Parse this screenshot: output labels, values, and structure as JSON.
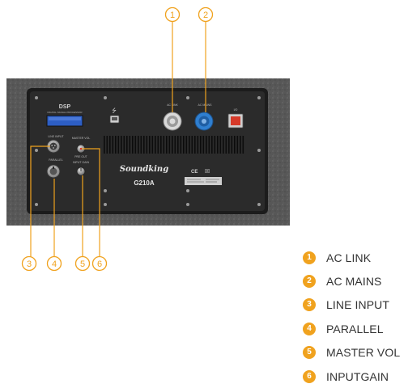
{
  "panel": {
    "dsp_title": "DSP",
    "dsp_subtitle": "DIGITAL SIGNAL PROCESSOR",
    "usb_symbol": "⭍",
    "ac_link_label": "AC LINK",
    "ac_mains_label": "AC MAINS",
    "switch_label": "I/O",
    "line_input_label": "LINE INPUT",
    "parallel_label": "PARALLEL",
    "master_vol_label": "MASTER VOL",
    "pre_out_label": "PRE OUT",
    "input_gain_label": "INPUT GAIN",
    "brand": "Soundking",
    "model": "G210A",
    "ce_mark": "CE",
    "weee_mark": "☒"
  },
  "callouts": [
    {
      "number": "1",
      "label": "AC LINK"
    },
    {
      "number": "2",
      "label": "AC MAINS"
    },
    {
      "number": "3",
      "label": "LINE INPUT"
    },
    {
      "number": "4",
      "label": "PARALLEL"
    },
    {
      "number": "5",
      "label": "MASTER VOL"
    },
    {
      "number": "6",
      "label": "INPUTGAIN"
    }
  ],
  "colors": {
    "accent": "#f0a21e",
    "cabinet": "#5b5b5b",
    "panel": "#2a2a2a",
    "ac_link_connector": "#d9d9d9",
    "ac_mains_connector": "#2f7fd0",
    "display": "#2d5ec4",
    "switch": "#d63a2a"
  }
}
